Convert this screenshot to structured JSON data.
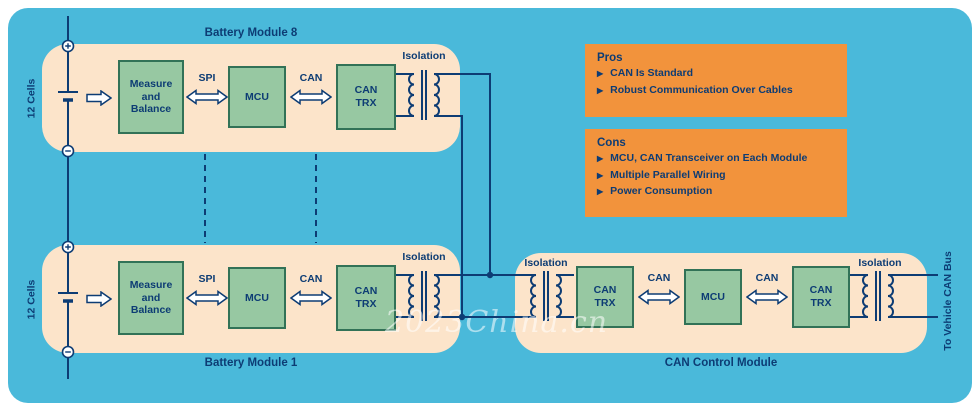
{
  "colors": {
    "background": "#4ab9da",
    "module_fill": "#fce4ca",
    "component_fill": "#97c8a2",
    "component_border": "#327257",
    "callout_fill": "#f2933c",
    "text_navy": "#0d3c74",
    "wire": "#0d3c74"
  },
  "bullet": "▶",
  "watermark": "2023China.cn",
  "modules": [
    {
      "title": "Battery Module 8",
      "cells_label": "12 Cells",
      "measure_label": "Measure and Balance",
      "mcu_label": "MCU",
      "can_trx_label": "CAN TRX",
      "spi_label": "SPI",
      "can_label": "CAN",
      "isolation_label": "Isolation"
    },
    {
      "title": "Battery Module 1",
      "cells_label": "12 Cells",
      "measure_label": "Measure and Balance",
      "mcu_label": "MCU",
      "can_trx_label": "CAN TRX",
      "spi_label": "SPI",
      "can_label": "CAN",
      "isolation_label": "Isolation"
    }
  ],
  "control_module": {
    "title": "CAN Control Module",
    "isolation_left_label": "Isolation",
    "isolation_right_label": "Isolation",
    "can_trx_left_label": "CAN TRX",
    "mcu_label": "MCU",
    "can_trx_right_label": "CAN TRX",
    "can_left_label": "CAN",
    "can_right_label": "CAN",
    "vehicle_bus_label": "To Vehicle CAN Bus"
  },
  "pros": {
    "title": "Pros",
    "items": [
      "CAN Is Standard",
      "Robust Communication Over Cables"
    ]
  },
  "cons": {
    "title": "Cons",
    "items": [
      "MCU, CAN Transceiver on Each Module",
      "Multiple Parallel Wiring",
      "Power Consumption"
    ]
  }
}
